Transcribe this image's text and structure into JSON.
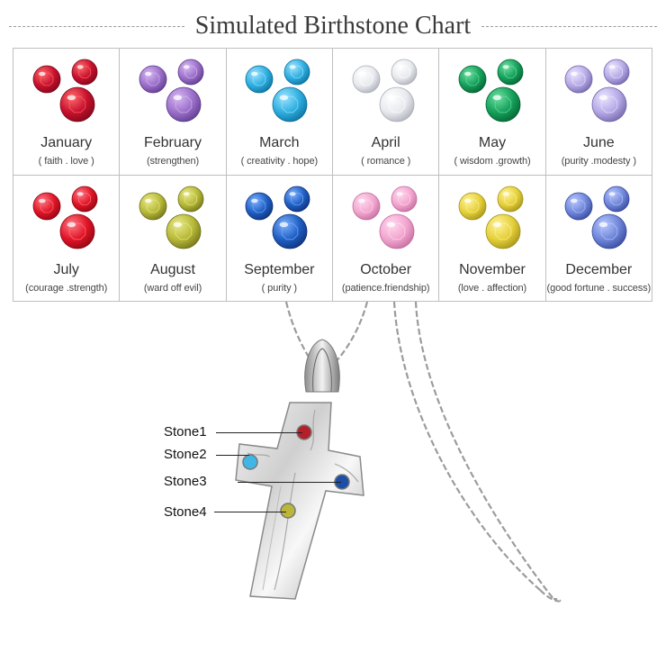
{
  "title": "Simulated Birthstone Chart",
  "months": [
    {
      "name": "January",
      "meaning": "( faith . love )",
      "color": "#c8102e",
      "dark": "#7a0818",
      "light": "#ff6b6b"
    },
    {
      "name": "February",
      "meaning": "(strengthen)",
      "color": "#9b6fc9",
      "dark": "#5b3a8a",
      "light": "#d6b8f2"
    },
    {
      "name": "March",
      "meaning": "( creativity . hope)",
      "color": "#2eaee0",
      "dark": "#0b6e9a",
      "light": "#9de3ff"
    },
    {
      "name": "April",
      "meaning": "( romance )",
      "color": "#e8eaee",
      "dark": "#a9adb5",
      "light": "#ffffff"
    },
    {
      "name": "May",
      "meaning": "( wisdom .growth)",
      "color": "#14a05a",
      "dark": "#066032",
      "light": "#6fe0a3"
    },
    {
      "name": "June",
      "meaning": "(purity .modesty )",
      "color": "#b6a9e6",
      "dark": "#6f63a8",
      "light": "#ebe6ff"
    },
    {
      "name": "July",
      "meaning": "(courage .strength)",
      "color": "#e01426",
      "dark": "#8a0612",
      "light": "#ff7a86"
    },
    {
      "name": "August",
      "meaning": "(ward off evil)",
      "color": "#b7b938",
      "dark": "#6e701a",
      "light": "#e8ea8a"
    },
    {
      "name": "September",
      "meaning": "( purity )",
      "color": "#1f5fc4",
      "dark": "#0e2f75",
      "light": "#7fb1ff"
    },
    {
      "name": "October",
      "meaning": "(patience.friendship)",
      "color": "#f2a6cf",
      "dark": "#c26a9d",
      "light": "#ffd9ee"
    },
    {
      "name": "November",
      "meaning": "(love . affection)",
      "color": "#e5d03a",
      "dark": "#a3901a",
      "light": "#fff39a"
    },
    {
      "name": "December",
      "meaning": "(good fortune . success)",
      "color": "#6f86d9",
      "dark": "#34479a",
      "light": "#b9c8ff"
    }
  ],
  "stones": [
    {
      "label": "Stone1",
      "color": "#b3202a"
    },
    {
      "label": "Stone2",
      "color": "#3fb6e6"
    },
    {
      "label": "Stone3",
      "color": "#1c4fa8"
    },
    {
      "label": "Stone4",
      "color": "#b9b63a"
    }
  ]
}
